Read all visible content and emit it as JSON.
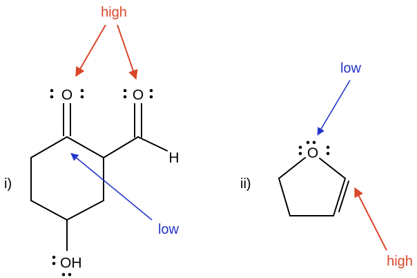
{
  "colors": {
    "high": "#d9472b",
    "low": "#2435c8",
    "bond": "#000000"
  },
  "structure_i": {
    "label": "i)",
    "annotation_high": "high",
    "annotation_low": "low",
    "atoms": {
      "ketone_oxygen": "O",
      "aldehyde_oxygen": "O",
      "aldehyde_hydrogen": "H",
      "hydroxyl": "OH"
    }
  },
  "structure_ii": {
    "label": "ii)",
    "annotation_low": "low",
    "annotation_high": "high",
    "atoms": {
      "ring_oxygen": "O"
    }
  }
}
